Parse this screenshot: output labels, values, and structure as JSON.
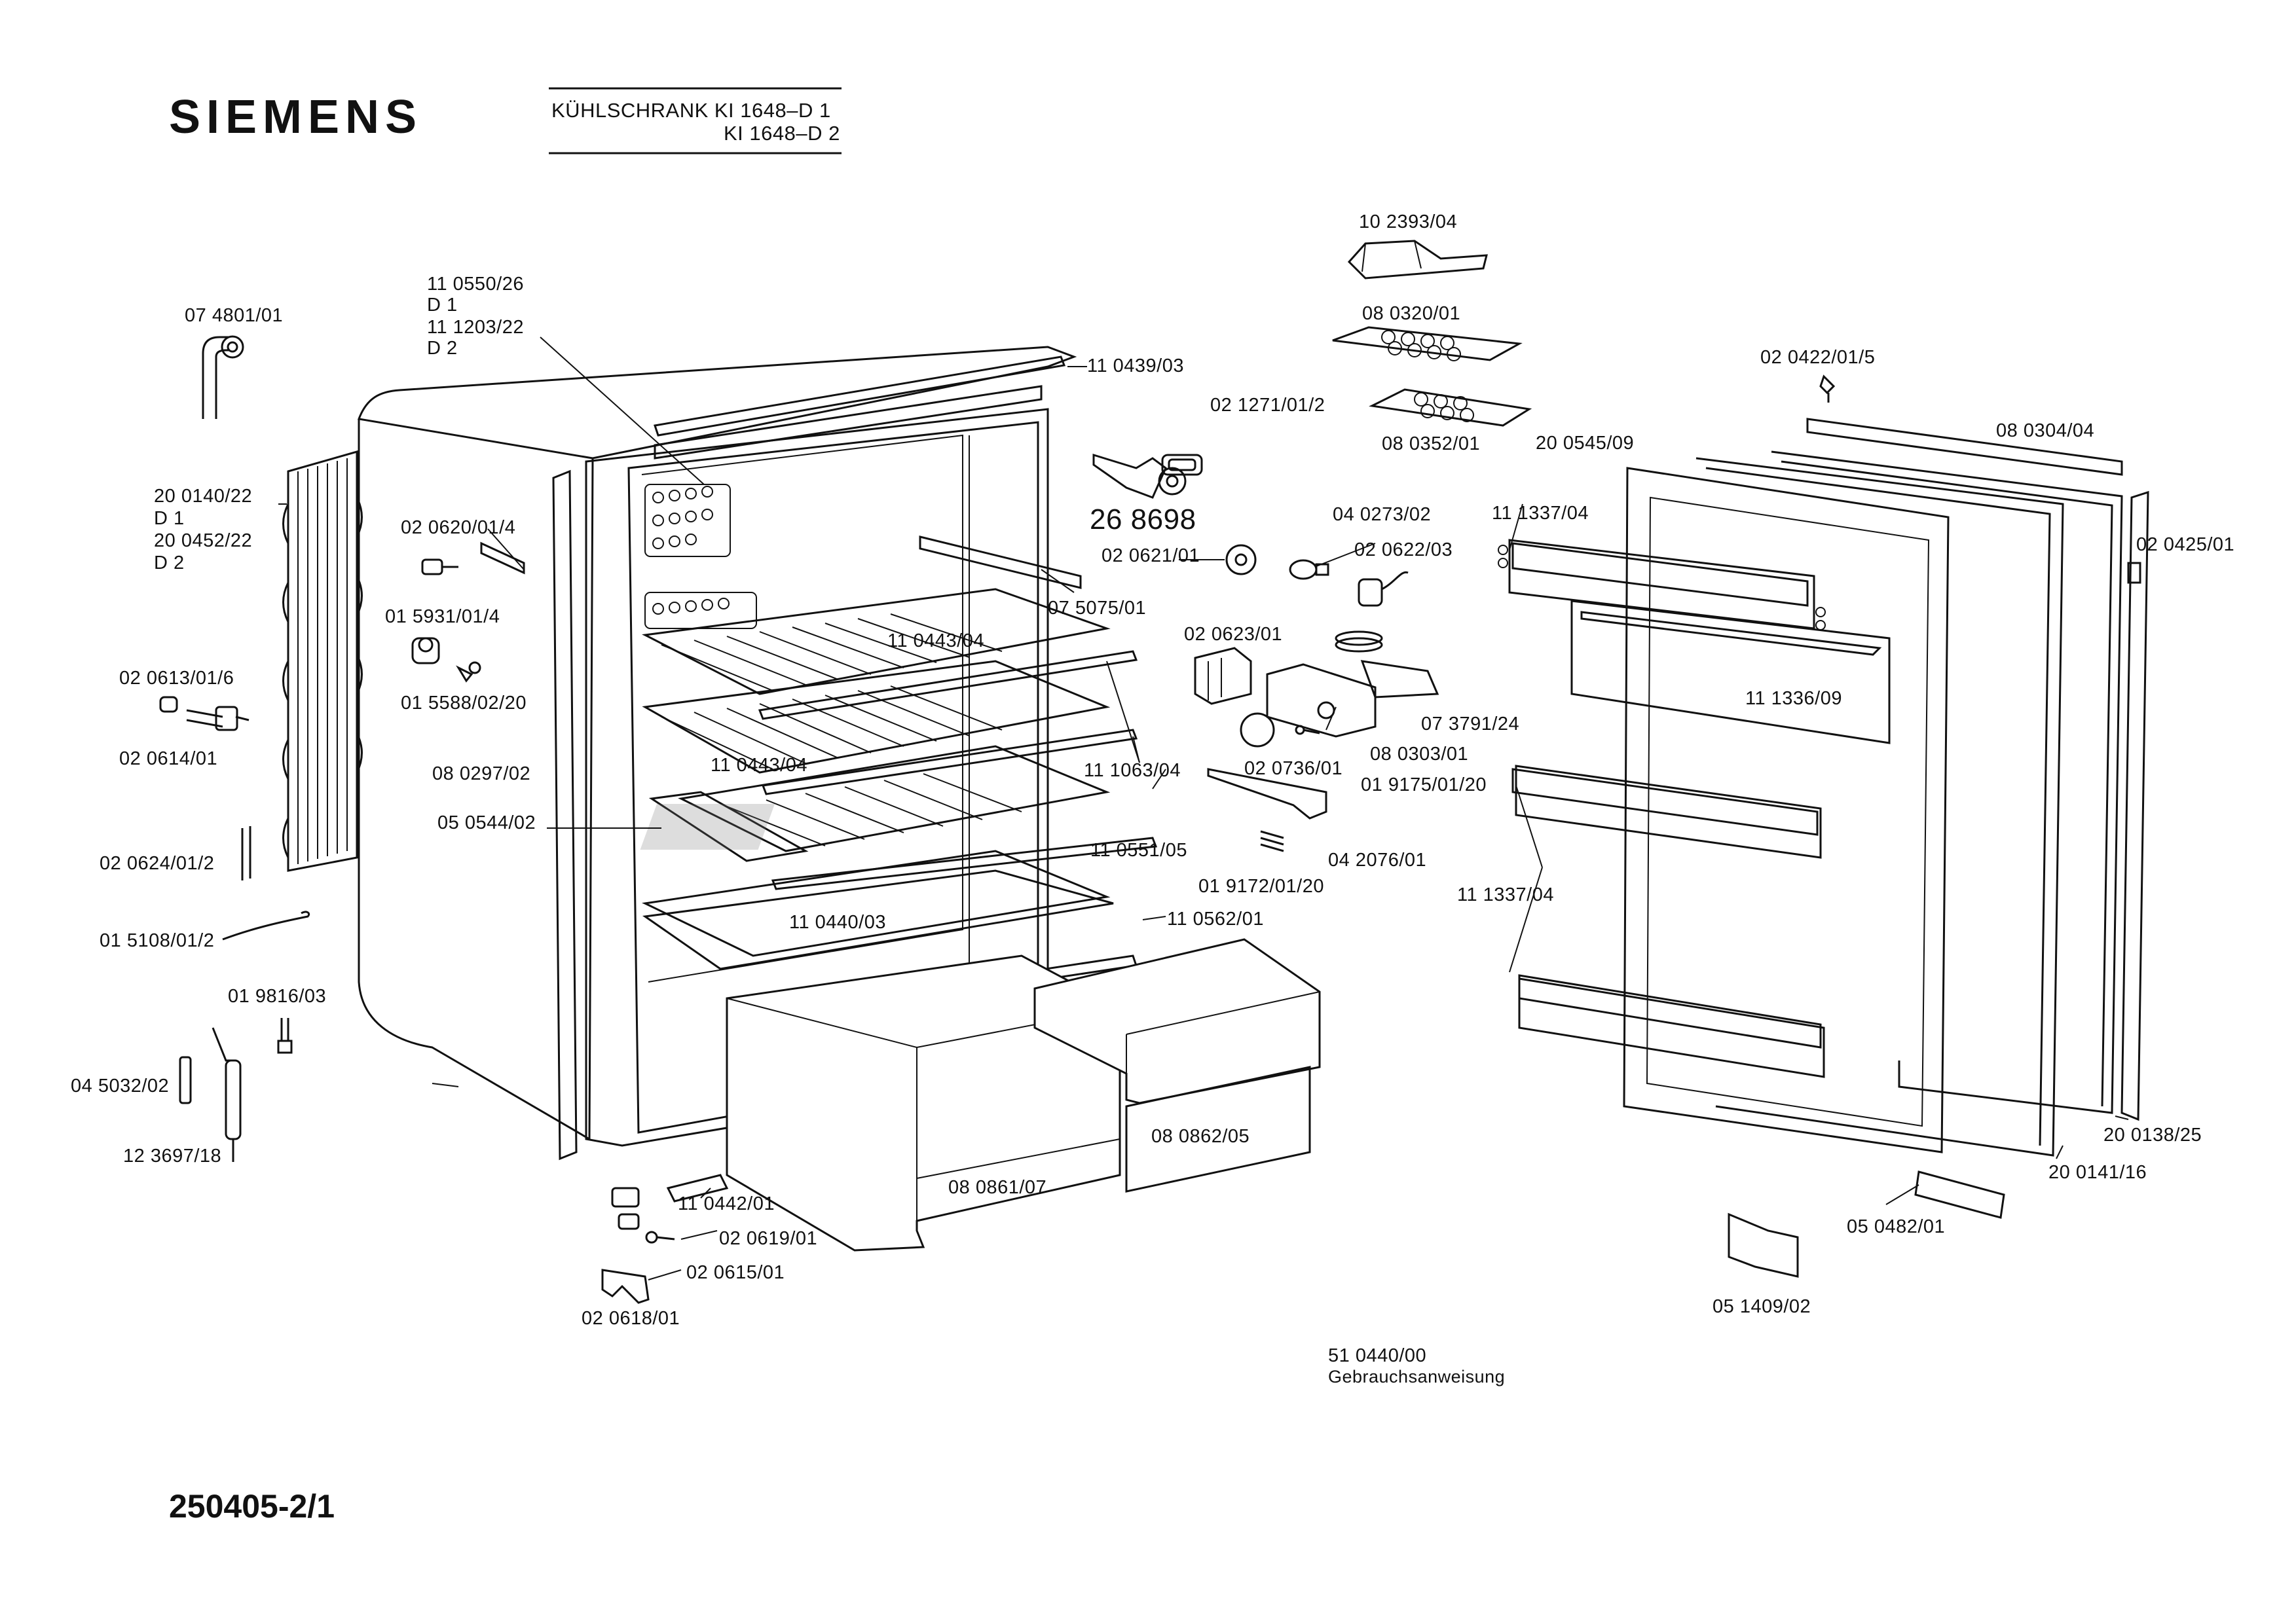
{
  "header": {
    "brand": "SIEMENS",
    "model_line1": "KÜHLSCHRANK  KI 1648–D 1",
    "model_line2": "KI 1648–D 2"
  },
  "footer": {
    "doc_code": "250405-2/1"
  },
  "big_number": "26 8698",
  "manual": {
    "part": "51 0440/00",
    "text": "Gebrauchsanweisung"
  },
  "parts": [
    {
      "id": "p01",
      "text": "07 4801/01"
    },
    {
      "id": "p02",
      "text": "11 0550/26"
    },
    {
      "id": "p03",
      "text": "D 1"
    },
    {
      "id": "p04",
      "text": "11 1203/22"
    },
    {
      "id": "p05",
      "text": "D 2"
    },
    {
      "id": "p06",
      "text": "11 0439/03"
    },
    {
      "id": "p07",
      "text": "10 2393/04"
    },
    {
      "id": "p08",
      "text": "08 0320/01"
    },
    {
      "id": "p09",
      "text": "02 1271/01/2"
    },
    {
      "id": "p10",
      "text": "08 0352/01"
    },
    {
      "id": "p11",
      "text": "02 0422/01/5"
    },
    {
      "id": "p12",
      "text": "08 0304/04"
    },
    {
      "id": "p13",
      "text": "20 0545/09"
    },
    {
      "id": "p14",
      "text": "20 0140/22"
    },
    {
      "id": "p15",
      "text": "D 1"
    },
    {
      "id": "p16",
      "text": "20 0452/22"
    },
    {
      "id": "p17",
      "text": "D 2"
    },
    {
      "id": "p18",
      "text": "02 0620/01/4"
    },
    {
      "id": "p19",
      "text": "04 0273/02"
    },
    {
      "id": "p20",
      "text": "11 1337/04"
    },
    {
      "id": "p21",
      "text": "02 0621/01"
    },
    {
      "id": "p22",
      "text": "02 0622/03"
    },
    {
      "id": "p23",
      "text": "02 0425/01"
    },
    {
      "id": "p24",
      "text": "01 5931/01/4"
    },
    {
      "id": "p25",
      "text": "07 5075/01"
    },
    {
      "id": "p26",
      "text": "11 0443/04"
    },
    {
      "id": "p27",
      "text": "02 0623/01"
    },
    {
      "id": "p28",
      "text": "02 0613/01/6"
    },
    {
      "id": "p29",
      "text": "01 5588/02/20"
    },
    {
      "id": "p30",
      "text": "11 1336/09"
    },
    {
      "id": "p31",
      "text": "07 3791/24"
    },
    {
      "id": "p32",
      "text": "02 0614/01"
    },
    {
      "id": "p33",
      "text": "08 0303/01"
    },
    {
      "id": "p34",
      "text": "11 0443/04"
    },
    {
      "id": "p35",
      "text": "11 1063/04"
    },
    {
      "id": "p36",
      "text": "02 0736/01"
    },
    {
      "id": "p37",
      "text": "08 0297/02"
    },
    {
      "id": "p38",
      "text": "01 9175/01/20"
    },
    {
      "id": "p39",
      "text": "05 0544/02"
    },
    {
      "id": "p40",
      "text": "11 0551/05"
    },
    {
      "id": "p41",
      "text": "04 2076/01"
    },
    {
      "id": "p42",
      "text": "02 0624/01/2"
    },
    {
      "id": "p43",
      "text": "01 9172/01/20"
    },
    {
      "id": "p44",
      "text": "11 1337/04"
    },
    {
      "id": "p45",
      "text": "01 5108/01/2"
    },
    {
      "id": "p46",
      "text": "11 0440/03"
    },
    {
      "id": "p47",
      "text": "11 0562/01"
    },
    {
      "id": "p48",
      "text": "01 9816/03"
    },
    {
      "id": "p49",
      "text": "04 5032/02"
    },
    {
      "id": "p50",
      "text": "12 3697/18"
    },
    {
      "id": "p51",
      "text": "08 0862/05"
    },
    {
      "id": "p52",
      "text": "20 0138/25"
    },
    {
      "id": "p53",
      "text": "20 0141/16"
    },
    {
      "id": "p54",
      "text": "08 0861/07"
    },
    {
      "id": "p55",
      "text": "11 0442/01"
    },
    {
      "id": "p56",
      "text": "05 0482/01"
    },
    {
      "id": "p57",
      "text": "02 0619/01"
    },
    {
      "id": "p58",
      "text": "02 0615/01"
    },
    {
      "id": "p59",
      "text": "05 1409/02"
    },
    {
      "id": "p60",
      "text": "02 0618/01"
    }
  ]
}
